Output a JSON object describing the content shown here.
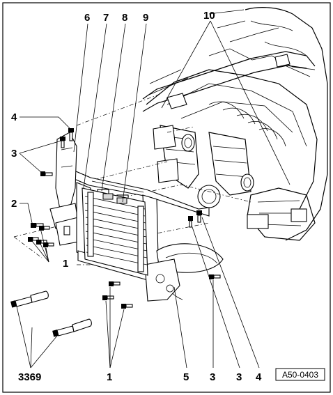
{
  "diagram": {
    "reference_code": "A50-0403",
    "callouts": {
      "c10": "10",
      "c6": "6",
      "c7": "7",
      "c8": "8",
      "c9": "9",
      "c4_left": "4",
      "c3_left": "3",
      "c2": "2",
      "c1_left": "1",
      "c1_bottom": "1",
      "c3369": "3369",
      "c5": "5",
      "c3_bottom_a": "3",
      "c3_bottom_b": "3",
      "c4_bottom": "4"
    }
  }
}
